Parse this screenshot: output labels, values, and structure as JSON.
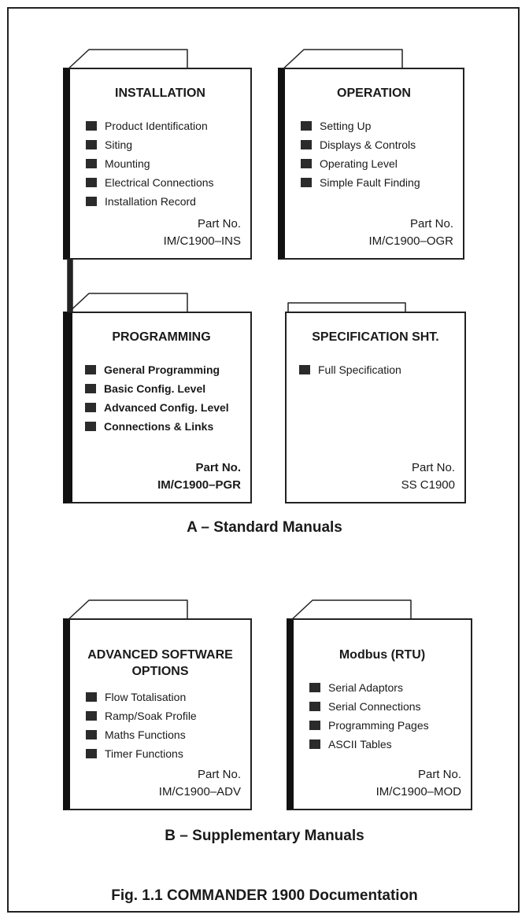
{
  "diagram": {
    "section_a_caption": "A – Standard Manuals",
    "section_b_caption": "B – Supplementary Manuals",
    "figure_caption": "Fig. 1.1 COMMANDER 1900 Documentation",
    "manuals": [
      {
        "title": "INSTALLATION",
        "items": [
          "Product Identification",
          "Siting",
          "Mounting",
          "Electrical Connections",
          "Installation Record"
        ],
        "part_label": "Part No.",
        "part_number": "IM/C1900–INS"
      },
      {
        "title": "OPERATION",
        "items": [
          "Setting Up",
          "Displays & Controls",
          "Operating Level",
          "Simple Fault Finding"
        ],
        "part_label": "Part No.",
        "part_number": "IM/C1900–OGR"
      },
      {
        "title": "PROGRAMMING",
        "items": [
          "General Programming",
          "Basic Config. Level",
          "Advanced Config. Level",
          "Connections & Links"
        ],
        "part_label": "Part No.",
        "part_number": "IM/C1900–PGR"
      },
      {
        "title": "SPECIFICATION SHT.",
        "items": [
          "Full Specification"
        ],
        "part_label": "Part No.",
        "part_number": "SS C1900"
      },
      {
        "title_line1": "ADVANCED SOFTWARE",
        "title_line2": "OPTIONS",
        "items": [
          "Flow Totalisation",
          "Ramp/Soak Profile",
          "Maths Functions",
          "Timer Functions"
        ],
        "part_label": "Part No.",
        "part_number": "IM/C1900–ADV"
      },
      {
        "title": "Modbus (RTU)",
        "items": [
          "Serial Adaptors",
          "Serial Connections",
          "Programming Pages",
          "ASCII Tables"
        ],
        "part_label": "Part No.",
        "part_number": "IM/C1900–MOD"
      }
    ]
  }
}
